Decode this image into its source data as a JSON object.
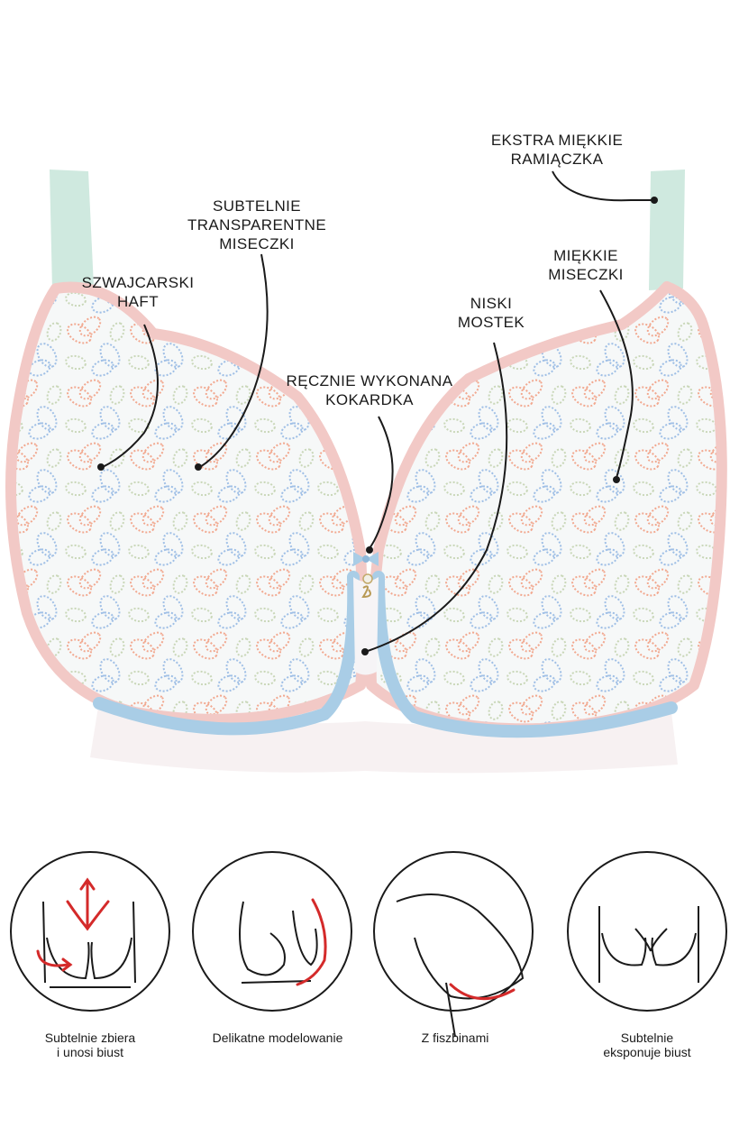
{
  "features": {
    "straps": [
      "EKSTRA MIĘKKIE",
      "RAMIĄCZKA"
    ],
    "transparent_cups": [
      "SUBTELNIE",
      "TRANSPARENTNE",
      "MISECZKI"
    ],
    "swiss_embroidery": [
      "SZWAJCARSKI",
      "HAFT"
    ],
    "soft_cups": [
      "MIĘKKIE",
      "MISECZKI"
    ],
    "low_gore": [
      "NISKI",
      "MOSTEK"
    ],
    "handmade_bow": [
      "RĘCZNIE WYKONANA",
      "KOKARDKA"
    ]
  },
  "benefits": [
    {
      "lines": [
        "Subtelnie zbiera",
        "i unosi biust"
      ],
      "icon": "lift-gather-icon"
    },
    {
      "lines": [
        "Delikatne modelowanie"
      ],
      "icon": "shaping-icon"
    },
    {
      "lines": [
        "Z fiszbinami"
      ],
      "icon": "underwire-icon"
    },
    {
      "lines": [
        "Subtelnie",
        "eksponuje biust"
      ],
      "icon": "cleavage-icon"
    }
  ],
  "colors": {
    "strap": "#cfe9df",
    "trim_pink": "#f2c9c6",
    "trim_blue": "#a9cde6",
    "embroidery_peach": "#f2a88f",
    "embroidery_blue": "#9fbfe6",
    "embroidery_sage": "#c9d7b8",
    "accent_red": "#d42a2a"
  }
}
